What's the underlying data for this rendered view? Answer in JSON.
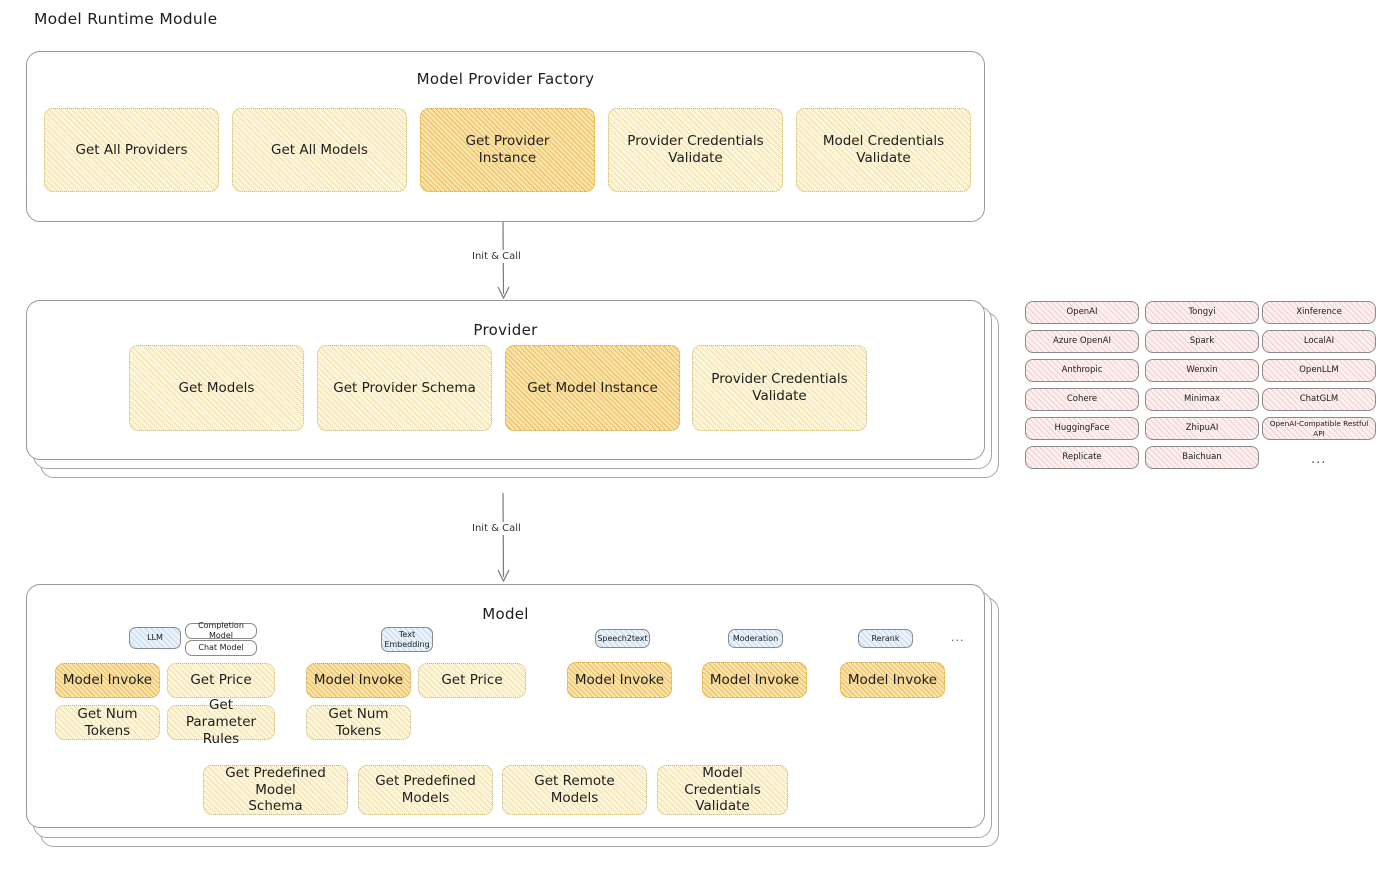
{
  "page": {
    "title": "Model Runtime Module"
  },
  "colors": {
    "node_yellow": "#fdf6dd",
    "node_orange": "#fbe5ad",
    "node_pink": "#fdf0f0",
    "node_blue": "#eaf3fb",
    "panel_border": "#9a9a9a",
    "text": "#1d1d1d"
  },
  "factory": {
    "title": "Model Provider Factory",
    "nodes": [
      {
        "label": "Get All Providers",
        "highlight": false
      },
      {
        "label": "Get All Models",
        "highlight": false
      },
      {
        "label": "Get Provider\nInstance",
        "highlight": true
      },
      {
        "label": "Provider Credentials\nValidate",
        "highlight": false
      },
      {
        "label": "Model Credentials\nValidate",
        "highlight": false
      }
    ]
  },
  "arrows": [
    {
      "label": "Init & Call"
    },
    {
      "label": "Init & Call"
    }
  ],
  "provider": {
    "title": "Provider",
    "nodes": [
      {
        "label": "Get Models",
        "highlight": false
      },
      {
        "label": "Get Provider Schema",
        "highlight": false
      },
      {
        "label": "Get Model Instance",
        "highlight": true
      },
      {
        "label": "Provider Credentials\nValidate",
        "highlight": false
      }
    ]
  },
  "provider_list": {
    "columns": [
      [
        "OpenAI",
        "Azure OpenAI",
        "Anthropic",
        "Cohere",
        "HuggingFace",
        "Replicate"
      ],
      [
        "Tongyi",
        "Spark",
        "Wenxin",
        "Minimax",
        "ZhipuAI",
        "Baichuan"
      ],
      [
        "Xinference",
        "LocalAI",
        "OpenLLM",
        "ChatGLM",
        "OpenAI-Compatible Restful API"
      ]
    ],
    "more": "..."
  },
  "model": {
    "title": "Model",
    "more": "...",
    "types": [
      {
        "badge": "LLM",
        "sub_badges": [
          "Completion Model",
          "Chat Model"
        ],
        "ops": [
          {
            "label": "Model Invoke",
            "highlight": true
          },
          {
            "label": "Get Price",
            "highlight": false
          },
          {
            "label": "Get Num Tokens",
            "highlight": false
          },
          {
            "label": "Get Parameter\nRules",
            "highlight": false
          }
        ]
      },
      {
        "badge": "Text\nEmbedding",
        "sub_badges": [],
        "ops": [
          {
            "label": "Model Invoke",
            "highlight": true
          },
          {
            "label": "Get Price",
            "highlight": false
          },
          {
            "label": "Get Num Tokens",
            "highlight": false
          }
        ]
      },
      {
        "badge": "Speech2text",
        "sub_badges": [],
        "ops": [
          {
            "label": "Model Invoke",
            "highlight": true
          }
        ]
      },
      {
        "badge": "Moderation",
        "sub_badges": [],
        "ops": [
          {
            "label": "Model Invoke",
            "highlight": true
          }
        ]
      },
      {
        "badge": "Rerank",
        "sub_badges": [],
        "ops": [
          {
            "label": "Model Invoke",
            "highlight": true
          }
        ]
      }
    ],
    "common_ops": [
      {
        "label": "Get Predefined Model\nSchema"
      },
      {
        "label": "Get Predefined\nModels"
      },
      {
        "label": "Get Remote Models"
      },
      {
        "label": "Model Credentials\nValidate"
      }
    ]
  }
}
